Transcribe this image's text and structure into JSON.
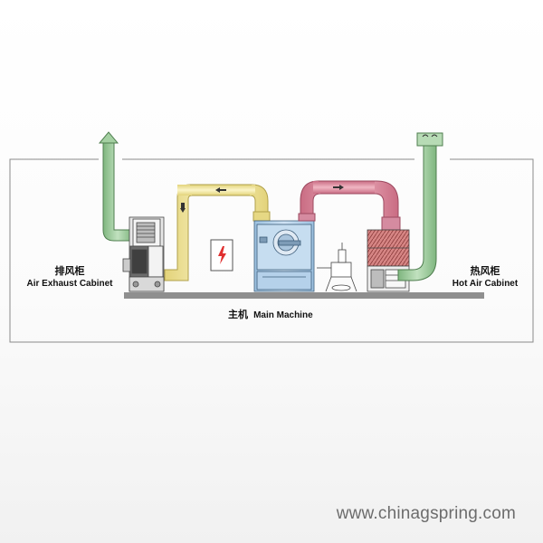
{
  "labels": {
    "air_exhaust_cn": "排风柜",
    "air_exhaust_en": "Air Exhaust Cabinet",
    "hot_air_cn": "热风柜",
    "hot_air_en": "Hot Air Cabinet",
    "main_machine_cn": "主机",
    "main_machine_en": "Main Machine"
  },
  "watermark": "www.chinagspring.com",
  "colors": {
    "exhaust_duct": "#9ccb9c",
    "yellow_duct": "#f4eaa0",
    "red_duct": "#dc8fa1",
    "main_machine": "#aecde8",
    "hot_cabinet": "#d48a88",
    "frame": "#8a8a8a",
    "base": "#8f8f8f"
  },
  "icons": [
    "up-arrow-vent",
    "flow-arrow-left",
    "flow-arrow-down",
    "high-voltage-icon"
  ]
}
